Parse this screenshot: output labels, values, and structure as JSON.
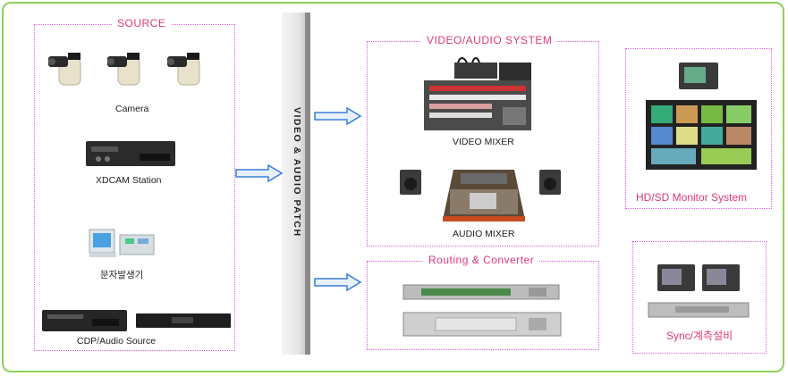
{
  "source": {
    "title": "SOURCE",
    "camera_label": "Camera",
    "xdcam_label": "XDCAM  Station",
    "character_gen_label": "문자발생기",
    "cdp_label": "CDP/Audio  Source"
  },
  "patch": {
    "label": "VIDEO & AUDIO PATCH"
  },
  "video_audio_system": {
    "title": "VIDEO/AUDIO SYSTEM",
    "video_mixer_label": "VIDEO  MIXER",
    "audio_mixer_label": "AUDIO  MIXER"
  },
  "routing": {
    "title": "Routing & Converter"
  },
  "monitor": {
    "label": "HD/SD Monitor System"
  },
  "sync": {
    "label": "Sync/계측설비"
  },
  "colors": {
    "border_green": "#8fd15a",
    "dotted_pink": "#e060e0",
    "title_pink": "#e0387a",
    "arrow_blue": "#3a7fd8"
  }
}
